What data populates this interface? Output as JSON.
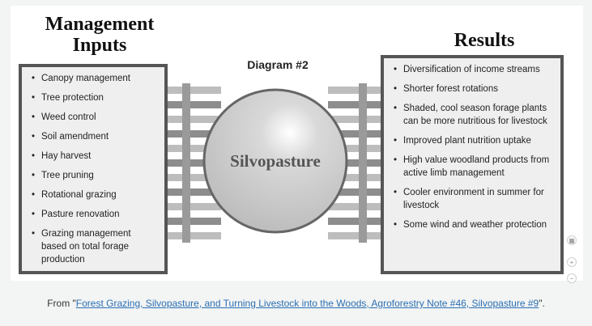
{
  "diagram": {
    "left_heading": "Management\nInputs",
    "right_heading": "Results",
    "title": "Diagram #2",
    "center_label": "Silvopasture",
    "inputs": [
      "Canopy management",
      "Tree protection",
      "Weed control",
      "Soil amendment",
      "Hay harvest",
      "Tree pruning",
      "Rotational grazing",
      "Pasture renovation",
      "Grazing management based on total forage production"
    ],
    "results": [
      "Diversification of income streams",
      "Shorter forest rotations",
      "Shaded, cool season forage plants can be more nutritious for livestock",
      "Improved plant nutrition uptake",
      "High value woodland products from active limb management",
      "Cooler environment in summer for livestock",
      "Some wind and weather protection"
    ]
  },
  "caption": {
    "prefix": "From \"",
    "link_text": "Forest Grazing, Silvopasture, and Turning Livestock into the Woods, Agroforestry Note #46, Silvopasture #9",
    "suffix": "\"."
  },
  "controls": {
    "fullscreen_icon": "expand-icon",
    "zoom_in_label": "+",
    "zoom_out_label": "−"
  }
}
